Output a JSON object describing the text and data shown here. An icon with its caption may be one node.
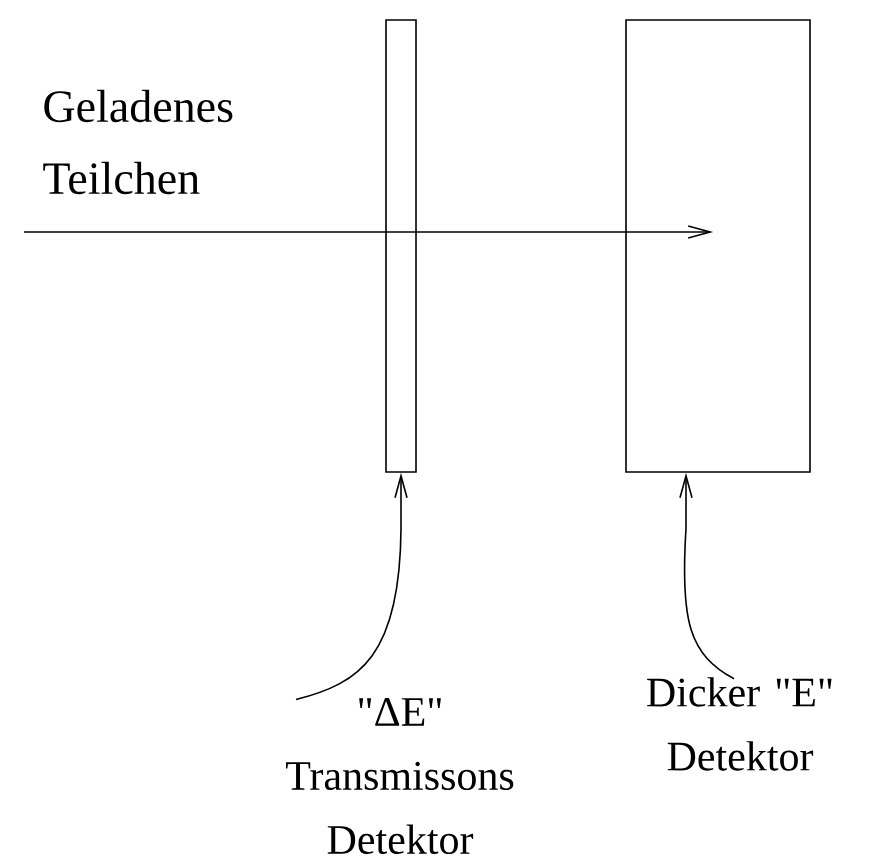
{
  "diagram": {
    "nodes": [
      {
        "text": [],
        "shape": "box"
      },
      {
        "text": [],
        "shape": "box"
      },
      {
        "text": [
          "\"ΔE\" Transmissons Detektor"
        ]
      },
      {
        "text": [
          "Dicker \"E\" Detektor"
        ]
      }
    ],
    "edges": [
      {
        "from": null,
        "to": 1,
        "arrow": "to",
        "label": "Geladenes Teilchen"
      },
      {
        "from": 2,
        "to": 0,
        "arrow": "to"
      },
      {
        "from": 3,
        "to": 1,
        "arrow": "to"
      }
    ]
  }
}
